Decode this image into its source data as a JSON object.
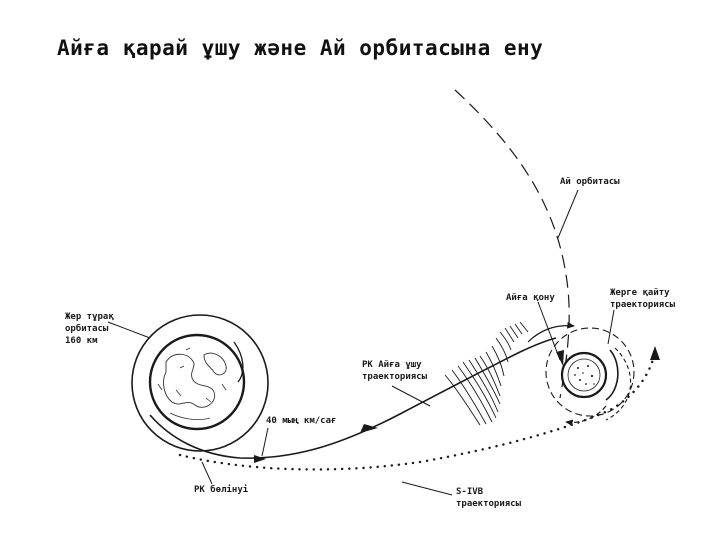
{
  "title": "Айға қарай ұшу және Ай орбитасына ену",
  "labels": {
    "earth_orbit": [
      "Жер тұрақ",
      "орбитасы",
      "160 км"
    ],
    "moon_orbit": "Ай орбитасы",
    "moon_landing": "Айға қону",
    "return_trajectory": [
      "Жерге қайту",
      "траекториясы"
    ],
    "pk_trajectory": [
      "РК Айға ұшу",
      "траекториясы"
    ],
    "speed": "40 мың км/сағ",
    "pk_separation": "РК бөлінуі",
    "sivb_trajectory": [
      "S-IVB",
      "траекториясы"
    ]
  },
  "colors": {
    "ink": "#1a1a1a",
    "background": "#ffffff"
  }
}
